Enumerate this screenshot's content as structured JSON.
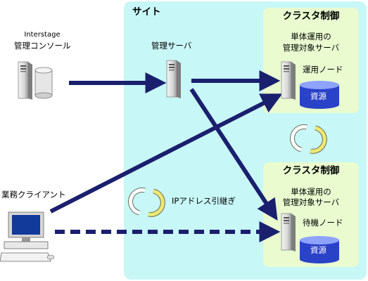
{
  "site": {
    "label": "サイト"
  },
  "console": {
    "line1": "Interstage",
    "line2": "管理コンソール"
  },
  "admin_server": {
    "label": "管理サーバ"
  },
  "client": {
    "label": "業務クライアント"
  },
  "ip_takeover": {
    "label": "IPアドレス引継ぎ"
  },
  "cluster_top": {
    "title": "クラスタ制御",
    "target_line1": "単体運用の",
    "target_line2": "管理対象サーバ",
    "node": "運用ノード",
    "resource": "資源"
  },
  "cluster_bottom": {
    "title": "クラスタ制御",
    "target_line1": "単体運用の",
    "target_line2": "管理対象サーバ",
    "node": "待機ノード",
    "resource": "資源"
  },
  "colors": {
    "site_bg": "#c8f7f7",
    "cluster_bg": "#e9fbcf",
    "arrow": "#1a1f6e",
    "resource_cylinder": "#2a42c8",
    "cycle_arrow": "#ece873"
  }
}
